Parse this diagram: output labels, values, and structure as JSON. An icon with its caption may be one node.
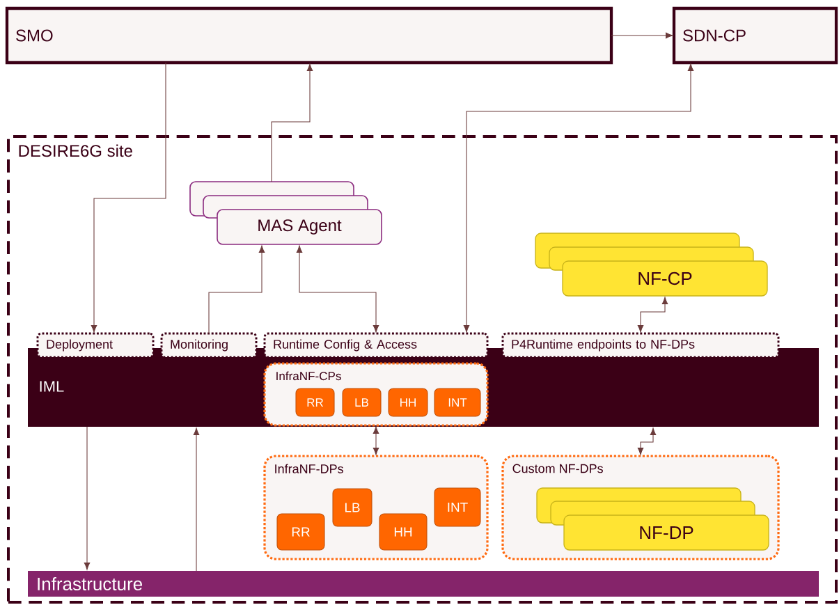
{
  "diagram": {
    "nodes": [
      {
        "text": [
          "SMO"
        ]
      },
      {
        "text": [
          "SDN-CP"
        ]
      },
      {
        "text": [
          "DESIRE6G site"
        ]
      },
      {
        "text": [],
        "shape": "box",
        "in": 2
      },
      {
        "text": [],
        "shape": "box",
        "in": 2
      },
      {
        "text": [
          "MAS Agent"
        ],
        "in": 2
      },
      {
        "text": [],
        "shape": "box",
        "in": 2
      },
      {
        "text": [],
        "shape": "box",
        "in": 2
      },
      {
        "text": [
          "NF-CP"
        ],
        "in": 2
      },
      {
        "text": [
          "IML"
        ],
        "in": 2
      },
      {
        "text": [
          "Deployment"
        ],
        "in": 2
      },
      {
        "text": [
          "Monitoring"
        ],
        "in": 2
      },
      {
        "text": [
          "Runtime Config & Access"
        ],
        "in": 2
      },
      {
        "text": [
          "P4Runtime endpoints to NF-DPs"
        ],
        "in": 2
      },
      {
        "text": [
          "InfraNF-CPs"
        ],
        "in": 9
      },
      {
        "text": [
          "RR"
        ],
        "in": 14
      },
      {
        "text": [
          "LB"
        ],
        "in": 14
      },
      {
        "text": [
          "HH"
        ],
        "in": 14
      },
      {
        "text": [
          "INT"
        ],
        "in": 14
      },
      {
        "text": [
          "InfraNF-DPs"
        ],
        "in": 2
      },
      {
        "text": [
          "RR"
        ],
        "in": 19
      },
      {
        "text": [
          "LB"
        ],
        "in": 19
      },
      {
        "text": [
          "HH"
        ],
        "in": 19
      },
      {
        "text": [
          "INT"
        ],
        "in": 19
      },
      {
        "text": [
          "Custom NF-DPs"
        ],
        "in": 2
      },
      {
        "text": [],
        "shape": "box",
        "in": 24
      },
      {
        "text": [],
        "shape": "box",
        "in": 24
      },
      {
        "text": [
          "NF-DP"
        ],
        "in": 24
      },
      {
        "text": [
          "Infrastructure"
        ],
        "in": 2
      }
    ],
    "edges": [
      {
        "from": 0,
        "to": 1,
        "arrow": "to"
      },
      {
        "from": 0,
        "to": 10,
        "arrow": "to"
      },
      {
        "from": 3,
        "to": 0,
        "arrow": "to"
      },
      {
        "from": 12,
        "to": 1,
        "arrow": "both"
      },
      {
        "from": 11,
        "to": 5,
        "arrow": "to"
      },
      {
        "from": 5,
        "to": 12,
        "arrow": "both"
      },
      {
        "from": 8,
        "to": 13,
        "arrow": "both"
      },
      {
        "from": 9,
        "to": 28,
        "arrow": "to"
      },
      {
        "from": 28,
        "to": 9,
        "arrow": "to"
      },
      {
        "from": 14,
        "to": 19,
        "arrow": "both"
      },
      {
        "from": 9,
        "to": 24,
        "arrow": "both"
      }
    ]
  }
}
